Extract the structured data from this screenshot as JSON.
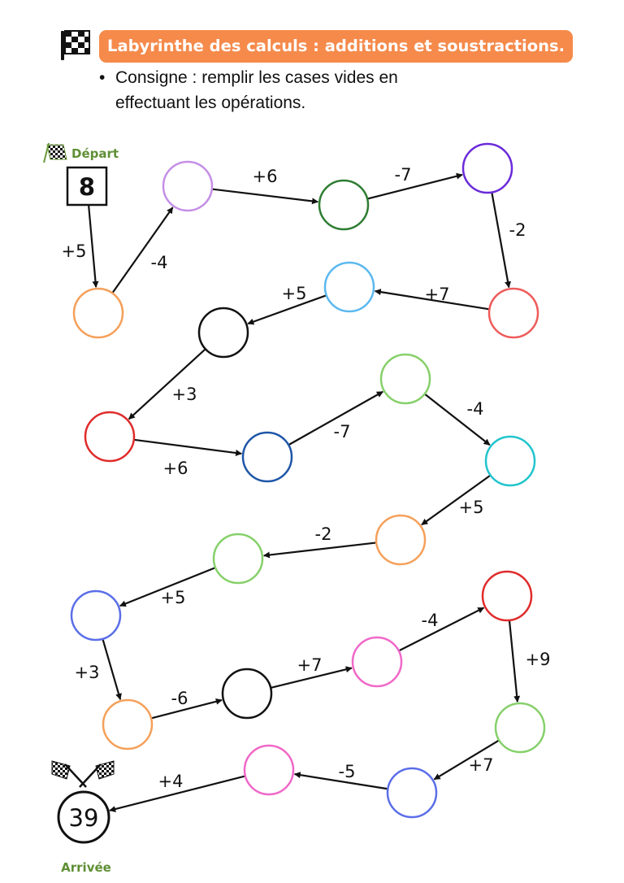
{
  "header": {
    "title": "Labyrinthe des calculs : additions et soustractions.",
    "icon": "checkered-flag-icon",
    "banner_color": "#f58a4b"
  },
  "instruction": {
    "bullet": "•",
    "line1": "Consigne : remplir les cases vides en",
    "line2": "effectuant les opérations."
  },
  "start": {
    "label": "Départ",
    "value": "8",
    "icon": "checkered-flag-icon"
  },
  "finish": {
    "label": "Arrivée",
    "value": "39",
    "icon": "crossed-checkered-flags-icon"
  },
  "steps": [
    "+5",
    "-4",
    "+6",
    "-7",
    "-2",
    "+7",
    "+5",
    "+3",
    "+6",
    "-7",
    "-4",
    "+5",
    "-2",
    "+5",
    "+3",
    "-6",
    "+7",
    "-4",
    "+9",
    "+7",
    "-5",
    "+4"
  ],
  "circle_colors": [
    "#f5a05a",
    "#c58fe6",
    "#2e7d32",
    "#6a2bd9",
    "#ef5b5b",
    "#5bb8ef",
    "#111111",
    "#e02b2b",
    "#1f56a8",
    "#86d06a",
    "#21c4cc",
    "#f5a05a",
    "#86d06a",
    "#5b6ee8",
    "#f5a05a",
    "#111111",
    "#f068c8",
    "#e02b2b",
    "#86d06a",
    "#5b6ee8",
    "#f068c8"
  ]
}
